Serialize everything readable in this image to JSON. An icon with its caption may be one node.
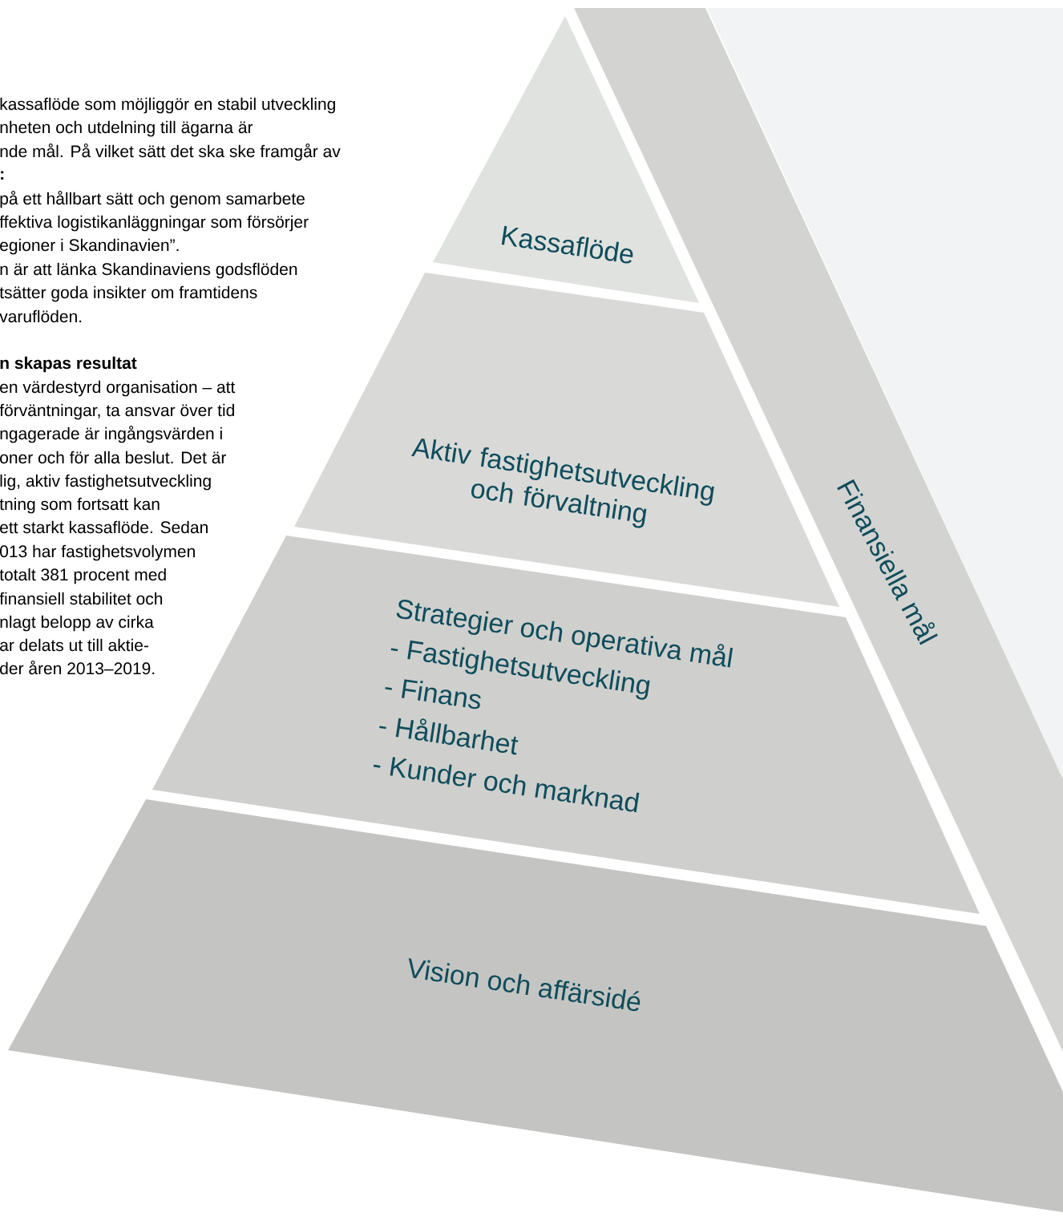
{
  "diagram": {
    "nodes": [
      {
        "text": [
          "Finansiella mål"
        ]
      },
      {
        "text": [
          "Kassaflöde"
        ]
      },
      {
        "text": [
          "Aktiv fastighetsutveckling och förvaltning"
        ]
      },
      {
        "text": [
          "Strategier och operativa mål",
          "- Fastighetsutveckling",
          "- Finans",
          "- Hållbarhet",
          "- Kunder och marknad"
        ]
      },
      {
        "text": [
          "Vision och affärsidé"
        ]
      },
      {
        "text": [],
        "shape": "triangle"
      }
    ],
    "labels": [
      "kassaflöde som möjliggör en stabil utveckling",
      "nheten och utdelning till ägarna är",
      "nde mål. På vilket sätt det ska ske framgår av",
      ":",
      "på ett hållbart sätt och genom samarbete",
      "ffektiva logistikanläggningar som försörjer",
      "egioner i Skandinavien”.",
      "n är att länka Skandinaviens godsflöden",
      "tsätter goda insikter om framtidens",
      "varuflöden.",
      "n skapas resultat",
      "en värdestyrd organisation – att",
      "förväntningar, ta ansvar över tid",
      "ngagerade är ingångsvärden i",
      "oner och för alla beslut. Det är",
      "lig, aktiv fastighetsutveckling",
      "tning som fortsatt kan",
      "ett starkt kassaflöde. Sedan",
      "013 har fastighetsvolymen",
      "totalt 381 procent med",
      "finansiell stabilitet och",
      "nlagt belopp av cirka",
      "ar delats ut till aktie-",
      "der åren 2013–2019."
    ]
  }
}
